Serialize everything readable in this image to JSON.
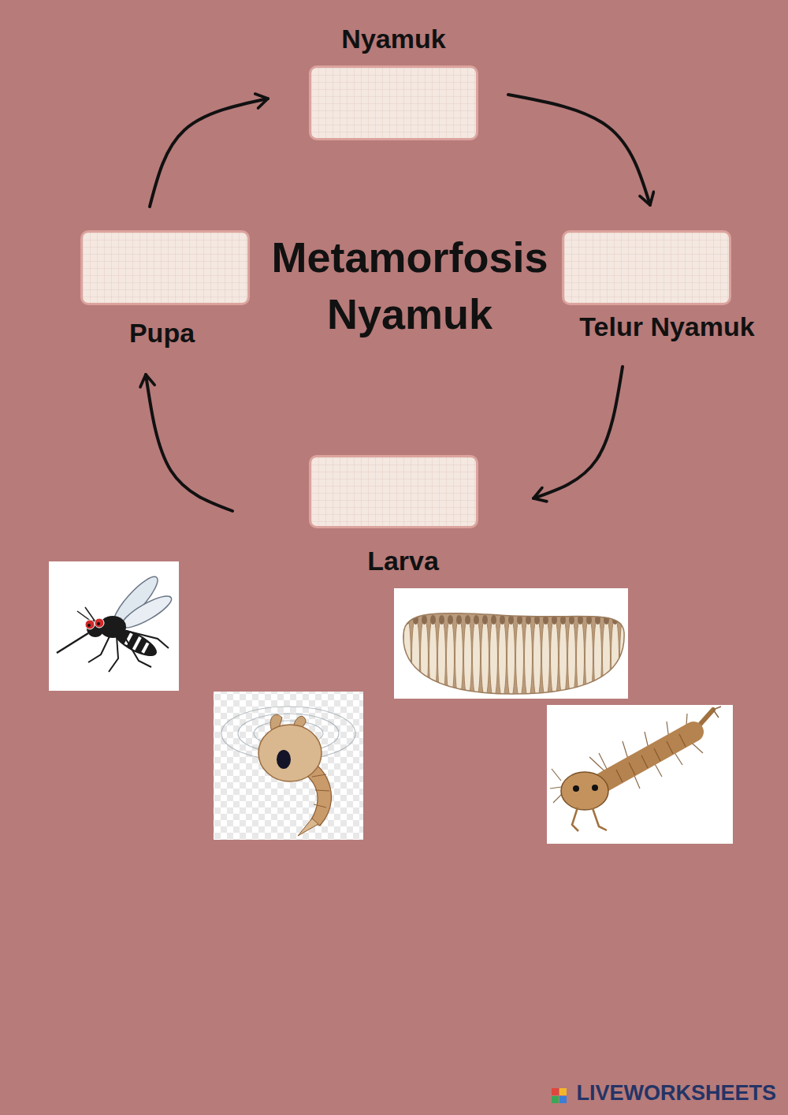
{
  "diagram": {
    "title": "Metamorfosis Nyamuk",
    "nodes": [
      {
        "text": [
          "Nyamuk"
        ]
      },
      {
        "text": [
          "Pupa"
        ]
      },
      {
        "text": [
          "Telur Nyamuk"
        ]
      },
      {
        "text": [
          "Larva"
        ]
      }
    ],
    "edges": [
      {
        "from": 0,
        "to": 2,
        "arrow": "to"
      },
      {
        "from": 2,
        "to": 3,
        "arrow": "to"
      },
      {
        "from": 3,
        "to": 1,
        "arrow": "to"
      },
      {
        "from": 1,
        "to": 0,
        "arrow": "to"
      }
    ],
    "labels": [
      "LIVEWORKSHEETS"
    ]
  }
}
